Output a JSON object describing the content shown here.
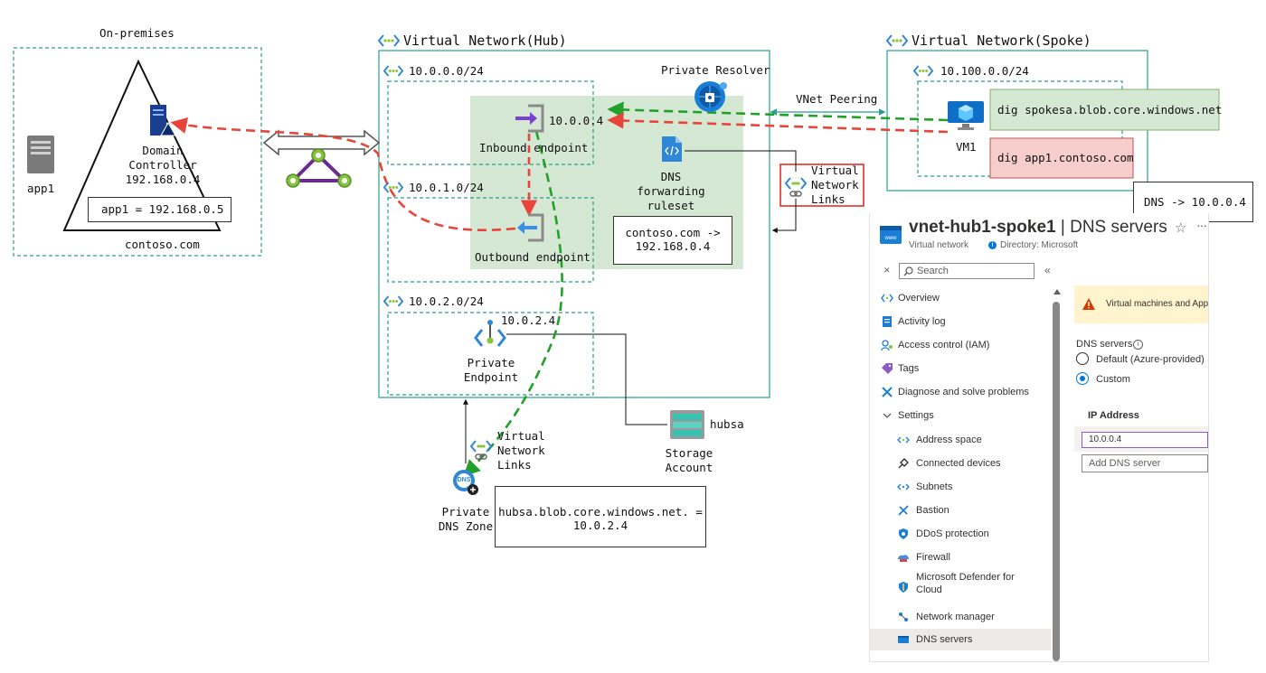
{
  "onprem": {
    "title": "On-premises",
    "app1": "app1",
    "dc_line1": "Domain",
    "dc_line2": "Controller",
    "dc_ip": "192.168.0.4",
    "record": "app1 = 192.168.0.5",
    "domain": "contoso.com"
  },
  "hub": {
    "title": "Virtual Network(Hub)",
    "subnet1": "10.0.0.0/24",
    "subnet2": "10.0.1.0/24",
    "subnet3": "10.0.2.0/24",
    "private_resolver": "Private Resolver",
    "inbound_ip": "10.0.0.4",
    "inbound_label": "Inbound endpoint",
    "outbound_label": "Outbound endpoint",
    "ruleset_line1": "DNS",
    "ruleset_line2": "forwarding",
    "ruleset_line3": "ruleset",
    "rule_line1": "contoso.com ->",
    "rule_line2": "192.168.0.4",
    "pe_ip": "10.0.2.4",
    "pe_line1": "Private",
    "pe_line2": "Endpoint"
  },
  "spoke": {
    "title": "Virtual Network(Spoke)",
    "subnet": "10.100.0.0/24",
    "vm": "VM1",
    "dig1": "dig spokesa.blob.core.windows.net",
    "dig2": "dig app1.contoso.com",
    "dns_note": "DNS -> 10.0.0.4"
  },
  "links": {
    "peering": "VNet Peering",
    "vnl1_line1": "Virtual",
    "vnl1_line2": "Network",
    "vnl1_line3": "Links",
    "vnl2_line1": "Virtual",
    "vnl2_line2": "Network",
    "vnl2_line3": "Links"
  },
  "storage": {
    "name": "hubsa",
    "line1": "Storage",
    "line2": "Account"
  },
  "dnszone": {
    "line1": "Private",
    "line2": "DNS Zone",
    "record_line1": "hubsa.blob.core.windows.net. =",
    "record_line2": "10.0.2.4"
  },
  "portal": {
    "resource": "vnet-hub1-spoke1",
    "separator": "|",
    "blade": "DNS servers",
    "type": "Virtual network",
    "directory": "Directory: Microsoft",
    "search_placeholder": "Search",
    "nav": [
      {
        "label": "Overview",
        "icon": "overview-icon"
      },
      {
        "label": "Activity log",
        "icon": "activity-log-icon"
      },
      {
        "label": "Access control (IAM)",
        "icon": "iam-icon"
      },
      {
        "label": "Tags",
        "icon": "tag-icon"
      },
      {
        "label": "Diagnose and solve problems",
        "icon": "wrench-icon"
      },
      {
        "label": "Settings",
        "icon": "chevron-down-icon"
      },
      {
        "label": "Address space",
        "icon": "address-space-icon"
      },
      {
        "label": "Connected devices",
        "icon": "plug-icon"
      },
      {
        "label": "Subnets",
        "icon": "subnet-icon"
      },
      {
        "label": "Bastion",
        "icon": "bastion-icon"
      },
      {
        "label": "DDoS protection",
        "icon": "shield-icon"
      },
      {
        "label": "Firewall",
        "icon": "firewall-icon"
      },
      {
        "label": "Microsoft Defender for",
        "label2": "Cloud",
        "icon": "defender-icon"
      },
      {
        "label": "Network manager",
        "icon": "network-manager-icon"
      },
      {
        "label": "DNS servers",
        "icon": "dns-servers-icon"
      }
    ],
    "warning": "Virtual machines and App",
    "dns_servers_label": "DNS servers",
    "option_default": "Default (Azure-provided)",
    "option_custom": "Custom",
    "selected_option": "Custom",
    "ip_header": "IP Address",
    "ip_value": "10.0.0.4",
    "add_placeholder": "Add DNS server"
  },
  "colors": {
    "teal_border": "#2a9d8f",
    "green_arrow": "#22a02a",
    "red_arrow": "#e8443a",
    "resolver_fill": "#d5e8d4",
    "green_box": "#d5e8d4",
    "red_box": "#f8cecc",
    "azure_blue": "#0078d4"
  }
}
